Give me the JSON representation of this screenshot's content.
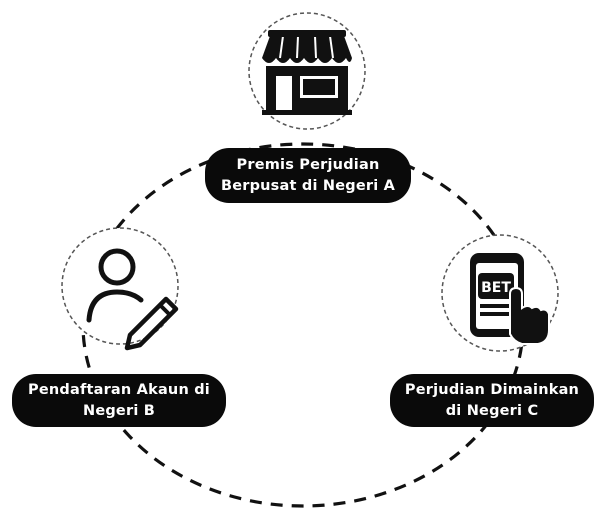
{
  "nodes": {
    "premis": {
      "line1": "Premis Perjudian",
      "line2": "Berpusat di Negeri A",
      "icon": "shop-storefront-icon"
    },
    "pendaftaran": {
      "line1": "Pendaftaran Akaun di",
      "line2": "Negeri B",
      "icon": "user-edit-icon"
    },
    "perjudian": {
      "line1": "Perjudian Dimainkan",
      "line2": "di Negeri C",
      "icon": "bet-phone-tap-icon",
      "icon_text": "BET"
    }
  },
  "colors": {
    "pill_background": "#0a0a0a",
    "pill_text": "#ffffff",
    "line": "#111111",
    "icon_circle": "#555555"
  }
}
